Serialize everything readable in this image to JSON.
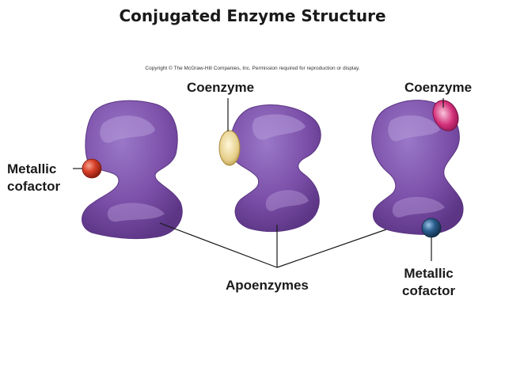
{
  "title": "Conjugated Enzyme Structure",
  "copyright": "Copyright © The McGraw-Hill Companies, Inc. Permission required for reproduction or display.",
  "labels": {
    "coenzyme_1": "Coenzyme",
    "coenzyme_2": "Coenzyme",
    "metallic_cofactor_left_line1": "Metallic",
    "metallic_cofactor_left_line2": "cofactor",
    "metallic_cofactor_right_line1": "Metallic",
    "metallic_cofactor_right_line2": "cofactor",
    "apoenzymes": "Apoenzymes"
  },
  "colors": {
    "apoenzyme": "#7b4fa8",
    "apoenzyme_highlight": "#a98bd0",
    "coenzyme_yellow": "#e6cf8a",
    "coenzyme_pink": "#d4317a",
    "metal_red": "#d9412a",
    "metal_blue": "#2b5f8f"
  }
}
